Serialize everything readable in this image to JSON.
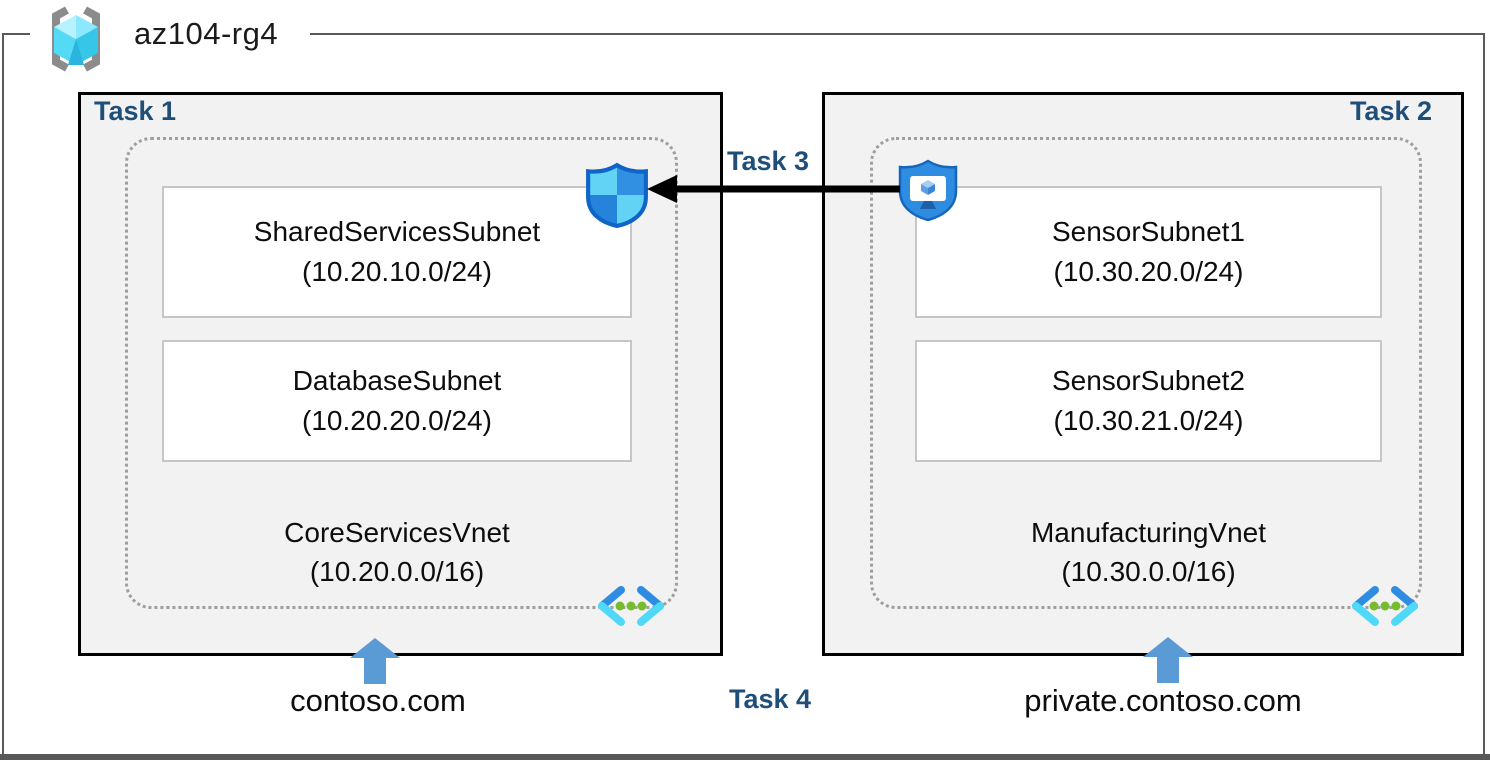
{
  "resource_group": {
    "name": "az104-rg4"
  },
  "labels": {
    "task1": "Task 1",
    "task2": "Task 2",
    "task3": "Task 3",
    "task4": "Task 4"
  },
  "left": {
    "label": "Task 1",
    "subnets": [
      {
        "name": "SharedServicesSubnet",
        "cidr": "(10.20.10.0/24)"
      },
      {
        "name": "DatabaseSubnet",
        "cidr": "(10.20.20.0/24)"
      }
    ],
    "vnet": {
      "name": "CoreServicesVnet",
      "cidr": "(10.20.0.0/16)"
    },
    "domain": "contoso.com"
  },
  "right": {
    "label": "Task 2",
    "subnets": [
      {
        "name": "SensorSubnet1",
        "cidr": "(10.30.20.0/24)"
      },
      {
        "name": "SensorSubnet2",
        "cidr": "(10.30.21.0/24)"
      }
    ],
    "vnet": {
      "name": "ManufacturingVnet",
      "cidr": "(10.30.0.0/16)"
    },
    "domain": "private.contoso.com"
  },
  "icons": {
    "resource_group": "azure-resource-group-icon",
    "left_shield": "network-security-group-shield-icon",
    "right_shield": "shielded-vm-monitor-icon",
    "vnet_left": "virtual-network-chevrons-icon",
    "vnet_right": "virtual-network-chevrons-icon",
    "peering_arrow": "black-left-arrow",
    "dns_arrow": "blue-up-arrow"
  },
  "colors": {
    "task_label_navy": "#1F4E79",
    "box_fill": "#F2F2F2",
    "box_border": "#000000",
    "dotted_border": "#9E9E9E",
    "subnet_border": "#C6C6C6",
    "outer_frame": "#595959",
    "up_arrow_blue": "#5B9BD5",
    "shield_blue": "#2E8DE0",
    "shield_light_cyan": "#62D2F5",
    "shield_outline": "#1064C8",
    "vnet_dot_green": "#76BC2D",
    "vnet_cyan": "#50D8F8"
  }
}
